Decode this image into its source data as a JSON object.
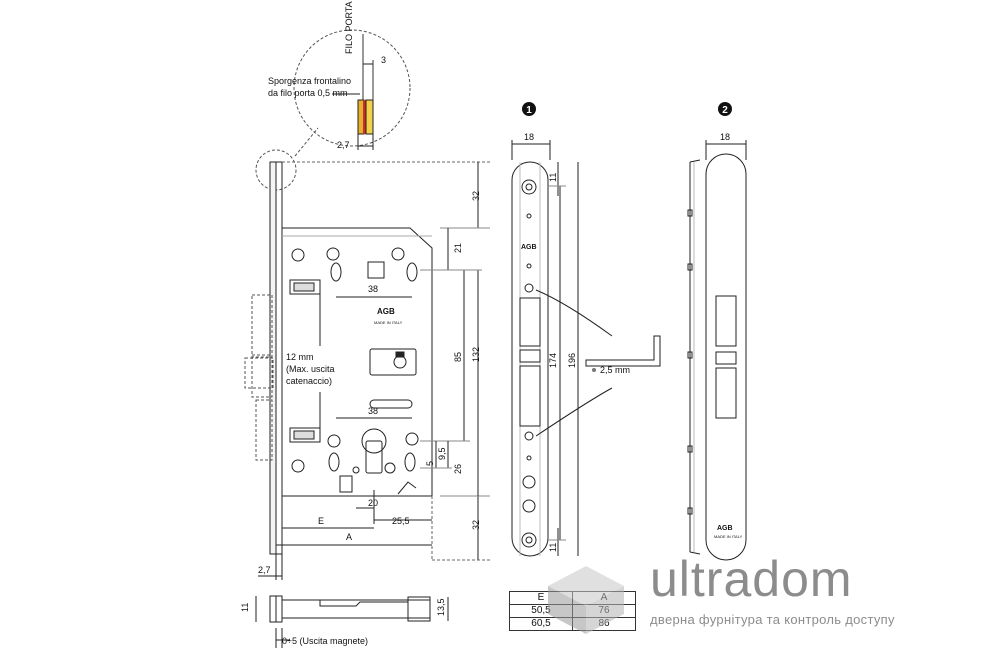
{
  "top_detail": {
    "filo_porta": "FILO PORTA",
    "dim_3": "3",
    "sporgenza_line1": "Sporgenza frontalino",
    "sporgenza_line2": "da filo porta 0,5 mm",
    "dim_2_7": "2,7"
  },
  "lock_body": {
    "dim_38_top": "38",
    "dim_38_mid": "38",
    "dim_21": "21",
    "dim_32_top": "32",
    "dim_85": "85",
    "dim_132": "132",
    "dim_32_bottom": "32",
    "dim_9_5": "9,5",
    "dim_5": "5",
    "dim_26": "26",
    "dim_20": "20",
    "dim_25_5": "25,5",
    "dim_E": "E",
    "dim_A": "A",
    "dim_2_7": "2,7",
    "bolt_note_1": "12 mm",
    "bolt_note_2": "(Max. uscita",
    "bolt_note_3": "catenaccio)",
    "brand_mark": "AGB",
    "brand_sub": "MADE IN ITALY"
  },
  "bottom_view": {
    "dim_11": "11",
    "dim_13_5": "13,5",
    "magnet_note": "0÷5 (Uscita magnete)"
  },
  "faceplate_1": {
    "number": "1",
    "dim_18": "18",
    "dim_11_top": "11",
    "dim_174": "174",
    "dim_196": "196",
    "dim_11_bottom": "11",
    "hex_key": "2,5 mm",
    "brand_mark": "AGB"
  },
  "faceplate_2": {
    "number": "2",
    "dim_18": "18",
    "brand_mark": "AGB",
    "brand_sub": "MADE IN ITALY"
  },
  "table": {
    "headers": [
      "E",
      "A"
    ],
    "rows": [
      [
        "50,5",
        "76"
      ],
      [
        "60,5",
        "86"
      ]
    ]
  },
  "logo": {
    "word": "ultradom",
    "tagline": "дверна фурнітура та контроль доступу"
  }
}
